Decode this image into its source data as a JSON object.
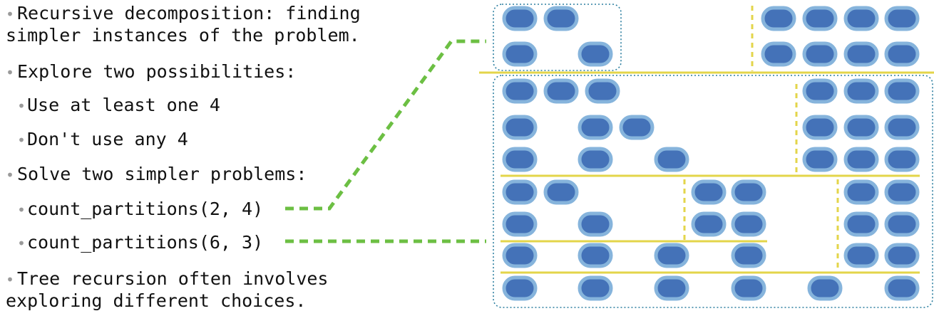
{
  "bullets": [
    {
      "text": "Recursive decomposition: finding\nsimpler instances of the problem.",
      "level": 1
    },
    {
      "text": "Explore two possibilities:",
      "level": 1
    },
    {
      "text": "Use at least one 4",
      "level": 2
    },
    {
      "text": "Don't use any 4",
      "level": 2
    },
    {
      "text": "Solve two simpler problems:",
      "level": 1
    },
    {
      "text": "count_partitions(2, 4)",
      "level": 2
    },
    {
      "text": "count_partitions(6, 3)",
      "level": 2
    },
    {
      "text": "Tree recursion often involves\nexploring different choices.",
      "level": 1
    }
  ],
  "colors": {
    "pill_fill": "#4472b8",
    "pill_stroke": "#86b4dc",
    "divider": "#e3d54a",
    "connector": "#6cbf43",
    "group_border": "#2c7fa0"
  }
}
